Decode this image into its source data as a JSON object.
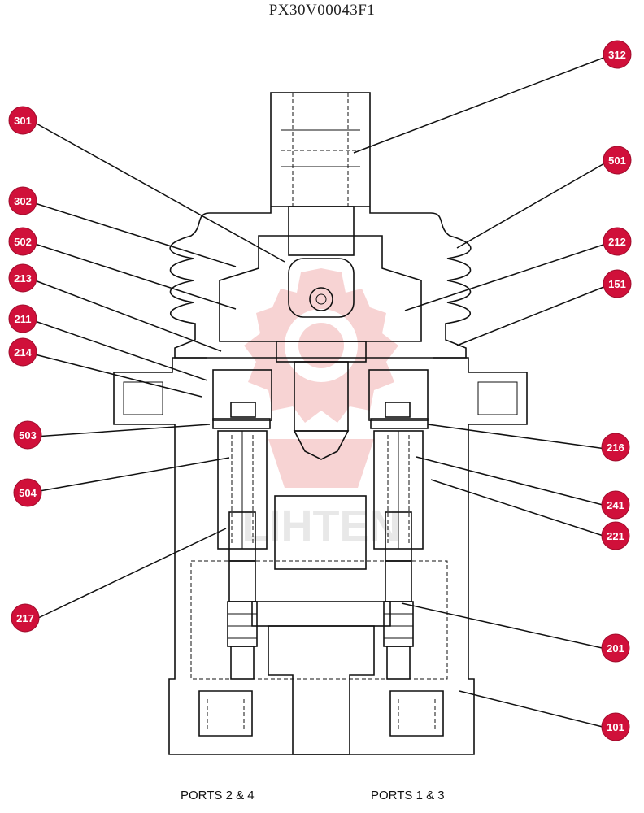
{
  "title": "PX30V00043F1",
  "watermark": "LIHTEN",
  "ports": {
    "left": "PORTS 2 & 4",
    "right": "PORTS 1 & 3"
  },
  "callouts": [
    {
      "label": "312",
      "side": "right"
    },
    {
      "label": "301",
      "side": "left"
    },
    {
      "label": "501",
      "side": "right"
    },
    {
      "label": "302",
      "side": "left"
    },
    {
      "label": "212",
      "side": "right"
    },
    {
      "label": "502",
      "side": "left"
    },
    {
      "label": "151",
      "side": "right"
    },
    {
      "label": "213",
      "side": "left"
    },
    {
      "label": "211",
      "side": "left"
    },
    {
      "label": "214",
      "side": "left"
    },
    {
      "label": "503",
      "side": "left"
    },
    {
      "label": "216",
      "side": "right"
    },
    {
      "label": "504",
      "side": "left"
    },
    {
      "label": "241",
      "side": "right"
    },
    {
      "label": "221",
      "side": "right"
    },
    {
      "label": "217",
      "side": "left"
    },
    {
      "label": "201",
      "side": "right"
    },
    {
      "label": "101",
      "side": "right"
    }
  ],
  "colors": {
    "callout_fill": "#d0103a",
    "watermark": "#f4c6c6",
    "line": "#111111"
  }
}
